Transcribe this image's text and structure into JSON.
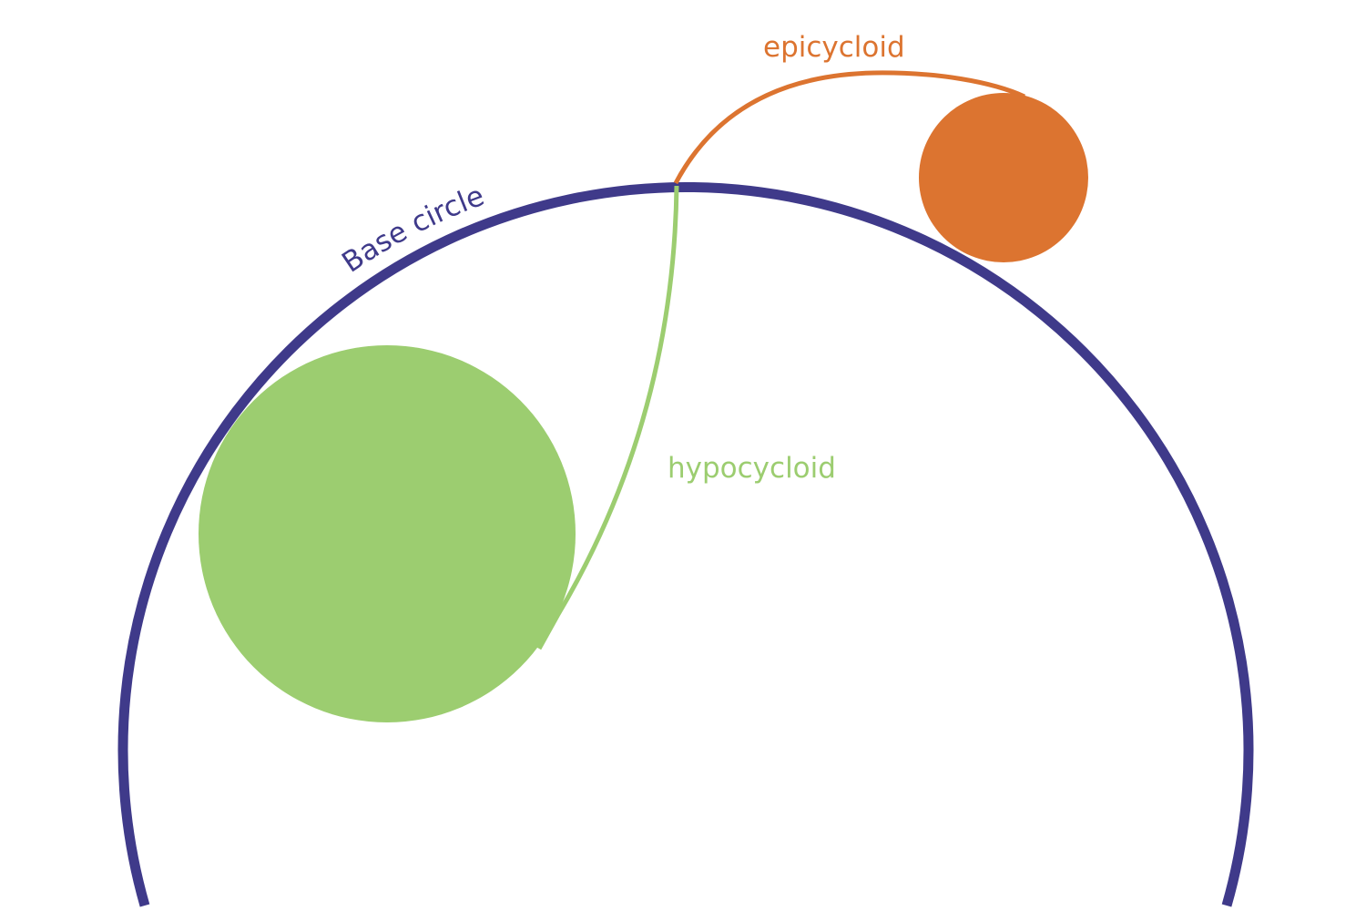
{
  "labels": {
    "base_circle": "Base circle",
    "epicycloid": "epicycloid",
    "hypocycloid": "hypocycloid"
  },
  "colors": {
    "base": "#3f3a8a",
    "epicycloid": "#dc7430",
    "hypocycloid": "#9ccd70"
  }
}
